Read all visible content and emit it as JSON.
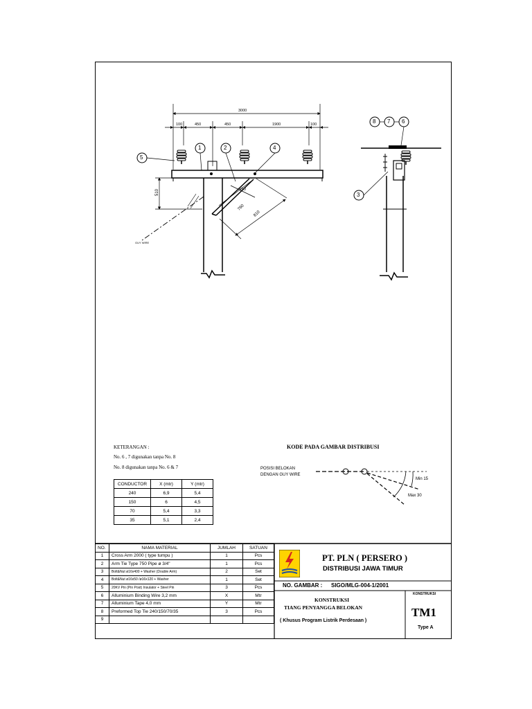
{
  "drawing": {
    "dims_top": {
      "total": "3000",
      "d1": "100",
      "d2": "450",
      "d3": "450",
      "d4": "1900",
      "d5": "100"
    },
    "dims_side": {
      "v510": "510",
      "d550": "550",
      "d760": "760",
      "d810": "810"
    },
    "callouts": {
      "c1": "1",
      "c2": "2",
      "c3": "3",
      "c4": "4",
      "c5": "5",
      "c6": "6",
      "c7": "7",
      "c8": "8"
    },
    "guy_wire_label": "GUY WIRE"
  },
  "notes": {
    "heading": "KETERANGAN :",
    "line1": "No. 6 , 7   digunakan tanpa No. 8",
    "line2": "No. 8   digunakan tanpa No. 6 & 7"
  },
  "conductor_table": {
    "headers": [
      "CONDUCTOR",
      "X (mtr)",
      "Y (mtr)"
    ],
    "rows": [
      [
        "240",
        "6,9",
        "5,4"
      ],
      [
        "150",
        "6",
        "4,5"
      ],
      [
        "70",
        "5,4",
        "3,3"
      ],
      [
        "35",
        "5,1",
        "2,4"
      ]
    ]
  },
  "kode": {
    "title": "KODE PADA GAMBAR DISTRIBUSI",
    "label_line1": "POSISI BELOKAN",
    "label_line2": "DENGAN GUY WIRE",
    "min15": "Min 15",
    "max30": "Max 30"
  },
  "materials": {
    "headers": {
      "no": "NO.",
      "nama": "NAMA MATERIAL",
      "jumlah": "JUMLAH",
      "satuan": "SATUAN"
    },
    "rows": [
      {
        "no": "1",
        "nama": "Cross Arm 2000 ( type tumpu )",
        "jumlah": "1",
        "satuan": "Pcs"
      },
      {
        "no": "2",
        "nama": "Arm Tie Type 750 Pipe ø 3/4\"",
        "jumlah": "1",
        "satuan": "Pcs"
      },
      {
        "no": "3",
        "nama": "Bolt&Nut ø16x400 + Washer (Double Arm)",
        "jumlah": "2",
        "satuan": "Set"
      },
      {
        "no": "4",
        "nama": "Bolt&Nut ø16x50 /ø16x120 + Washer",
        "jumlah": "1",
        "satuan": "Set"
      },
      {
        "no": "5",
        "nama": "20KV Pin (Pin Post) Insulator + Steel Pin",
        "jumlah": "3",
        "satuan": "Pcs"
      },
      {
        "no": "6",
        "nama": "Alluminium Binding Wire 3,2 mm",
        "jumlah": "X",
        "satuan": "Mtr"
      },
      {
        "no": "7",
        "nama": "Alluminium Tape 4,0 mm",
        "jumlah": "Y",
        "satuan": "Mtr"
      },
      {
        "no": "8",
        "nama": "Preformed Top Tie 240/150/70/35",
        "jumlah": "3",
        "satuan": "Pcs"
      },
      {
        "no": "9",
        "nama": "",
        "jumlah": "",
        "satuan": ""
      }
    ]
  },
  "title_block": {
    "company": "PT. PLN ( PERSERO )",
    "division": "DISTRIBUSI JAWA TIMUR",
    "no_gambar_label": "NO. GAMBAR  :",
    "no_gambar_value": "SIGO/MLG-004-1/2001",
    "konstruksi_label": "KONSTRUKSI",
    "title_line1": "KONSTRUKSI",
    "title_line2": "TIANG PENYANGGA BELOKAN",
    "title_line3": "( Khusus Program Listrik Perdesaan )",
    "code": "TM1",
    "type": "Type A"
  },
  "colors": {
    "logo_yellow": "#ffd400",
    "logo_red": "#d7261e",
    "logo_blue": "#1e4fa0"
  }
}
